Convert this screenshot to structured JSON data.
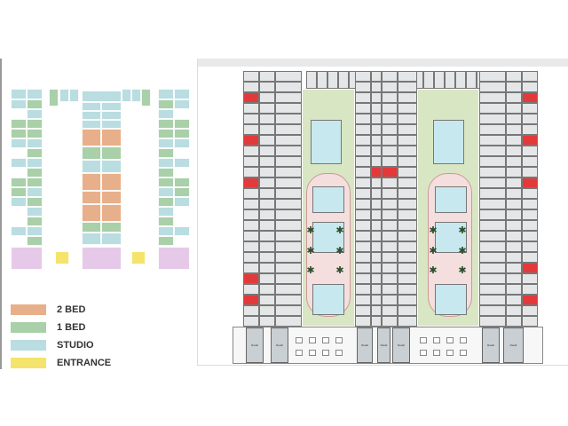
{
  "legend": [
    {
      "label": "2 BED",
      "color": "#e8b08a"
    },
    {
      "label": "1 BED",
      "color": "#a9d0a9"
    },
    {
      "label": "STUDIO",
      "color": "#b9dde1"
    },
    {
      "label": "ENTRANCE",
      "color": "#f4e46c"
    }
  ],
  "colors": {
    "retail_zone": "#e6c9e8",
    "unit_grey": "#e4e6e7",
    "highlight_unit": "#e23a3a",
    "courtyard": "#d9e6c4",
    "pool": "#c7e8ee"
  },
  "retail_label": "Retail",
  "icons": [
    "palm-tree-icon"
  ]
}
